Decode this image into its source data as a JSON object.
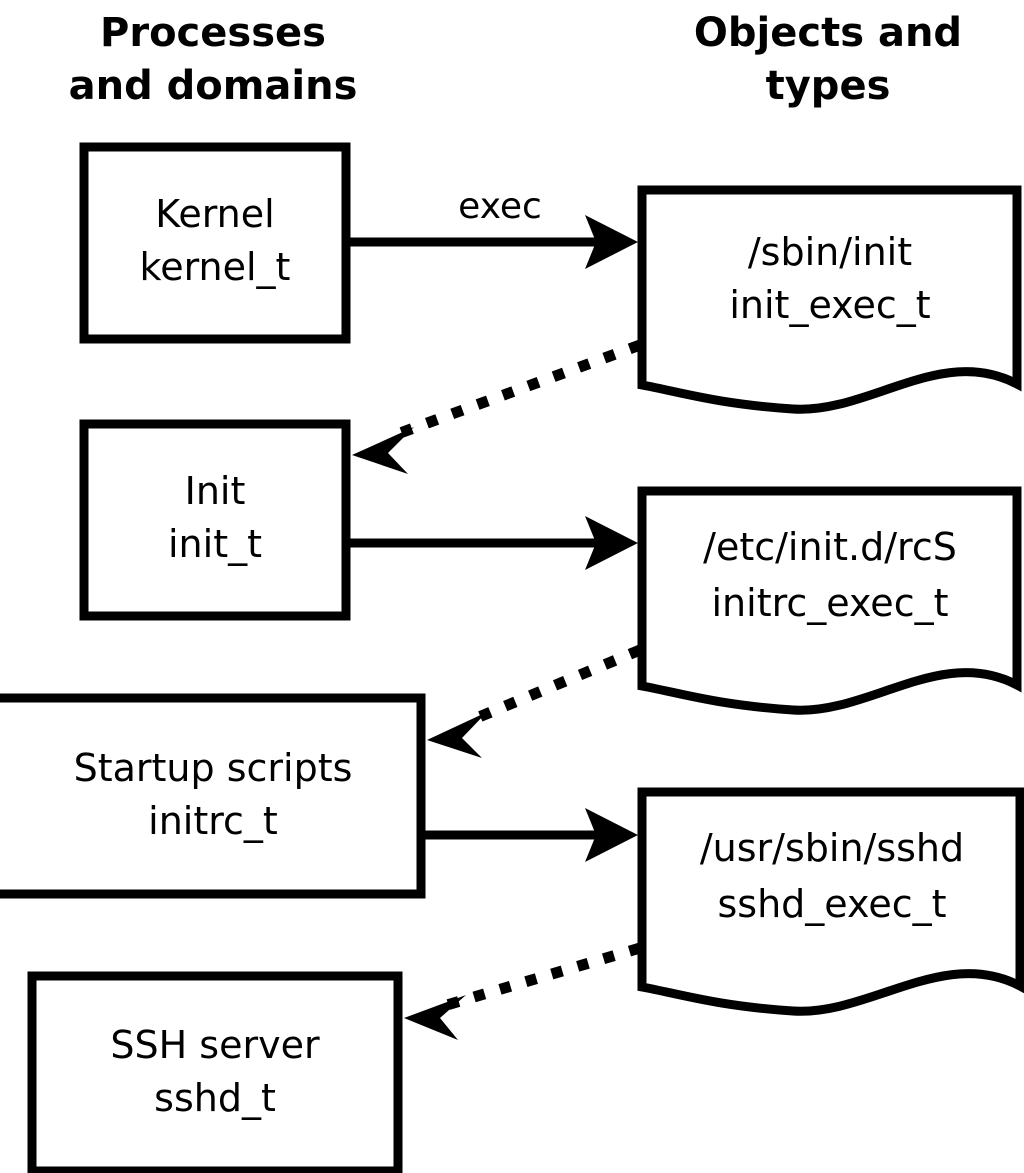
{
  "diagram": {
    "title": "SELinux process domains and object types transition flow",
    "background_color": "#ffffff",
    "stroke_color": "#000000",
    "headers": {
      "left_line1": "Processes",
      "left_line2": "and domains",
      "right_line1": "Objects and",
      "right_line2": "types"
    },
    "process_nodes": [
      {
        "name": "Kernel",
        "type": "kernel_t"
      },
      {
        "name": "Init",
        "type": "init_t"
      },
      {
        "name": "Startup scripts",
        "type": "initrc_t"
      },
      {
        "name": "SSH server",
        "type": "sshd_t"
      }
    ],
    "object_nodes": [
      {
        "path": "/sbin/init",
        "type": "init_exec_t"
      },
      {
        "path": "/etc/init.d/rcS",
        "type": "initrc_exec_t"
      },
      {
        "path": "/usr/sbin/sshd",
        "type": "sshd_exec_t"
      }
    ],
    "edges": [
      {
        "label": "exec",
        "from": "Kernel",
        "to": "/sbin/init",
        "style": "solid"
      },
      {
        "label": "",
        "from": "/sbin/init",
        "to": "Init",
        "style": "dotted"
      },
      {
        "label": "",
        "from": "Init",
        "to": "/etc/init.d/rcS",
        "style": "solid"
      },
      {
        "label": "",
        "from": "/etc/init.d/rcS",
        "to": "Startup scripts",
        "style": "dotted"
      },
      {
        "label": "",
        "from": "Startup scripts",
        "to": "/usr/sbin/sshd",
        "style": "solid"
      },
      {
        "label": "",
        "from": "/usr/sbin/sshd",
        "to": "SSH server",
        "style": "dotted"
      }
    ]
  }
}
